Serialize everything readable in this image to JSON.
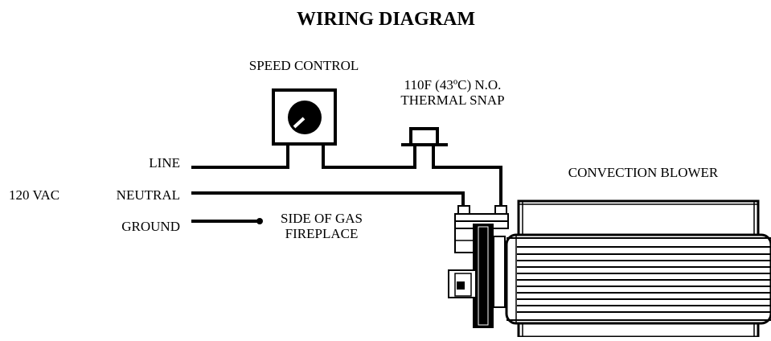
{
  "title": "WIRING DIAGRAM",
  "labels": {
    "speed_control": "SPEED CONTROL",
    "thermal_snap_line1": "110F (43ºC) N.O.",
    "thermal_snap_line2": "THERMAL SNAP",
    "line": "LINE",
    "neutral": "NEUTRAL",
    "ground": "GROUND",
    "voltage": "120 VAC",
    "side_of_gas_line1": "SIDE OF GAS",
    "side_of_gas_line2": "FIREPLACE",
    "convection_blower": "CONVECTION BLOWER"
  },
  "colors": {
    "ink": "#000000",
    "paper": "#ffffff"
  }
}
